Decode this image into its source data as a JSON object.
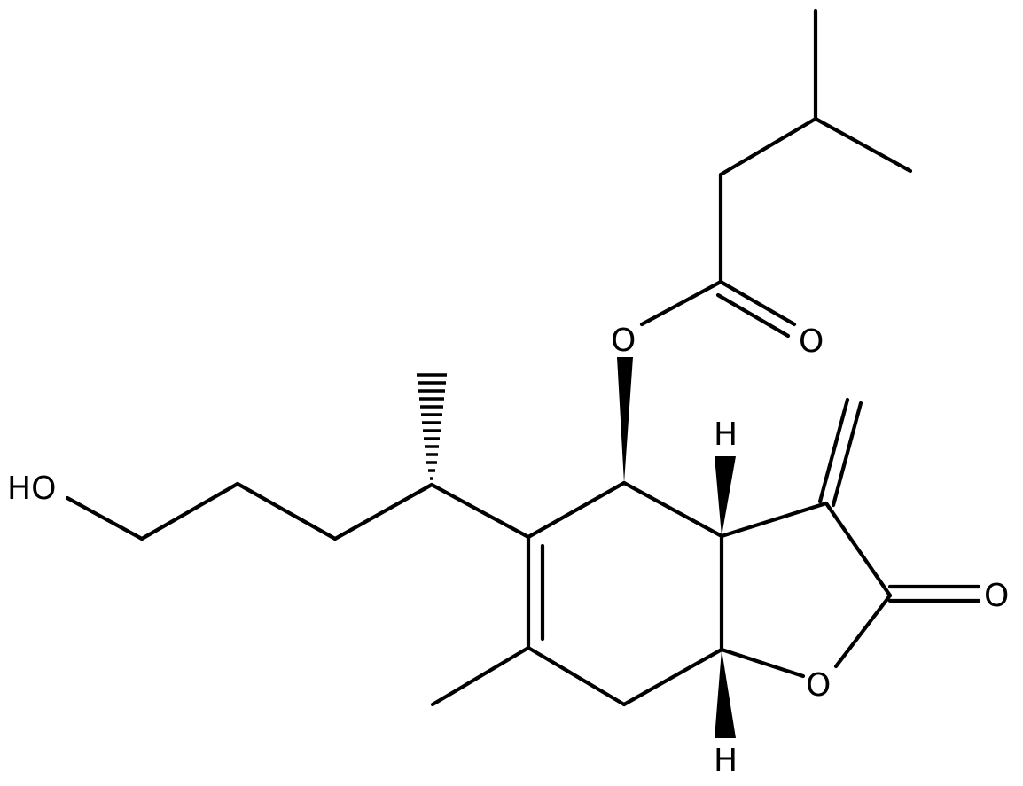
{
  "structure": {
    "atoms": {
      "ho_label": "HO",
      "ester_o_label": "O",
      "carbonyl_o_label": "O",
      "lactone_carbonyl_o_label": "O",
      "ring_o_label": "O",
      "h_top_label": "H",
      "h_bottom_label": "H"
    }
  },
  "colors": {
    "ink": "#000000",
    "background": "#ffffff"
  }
}
